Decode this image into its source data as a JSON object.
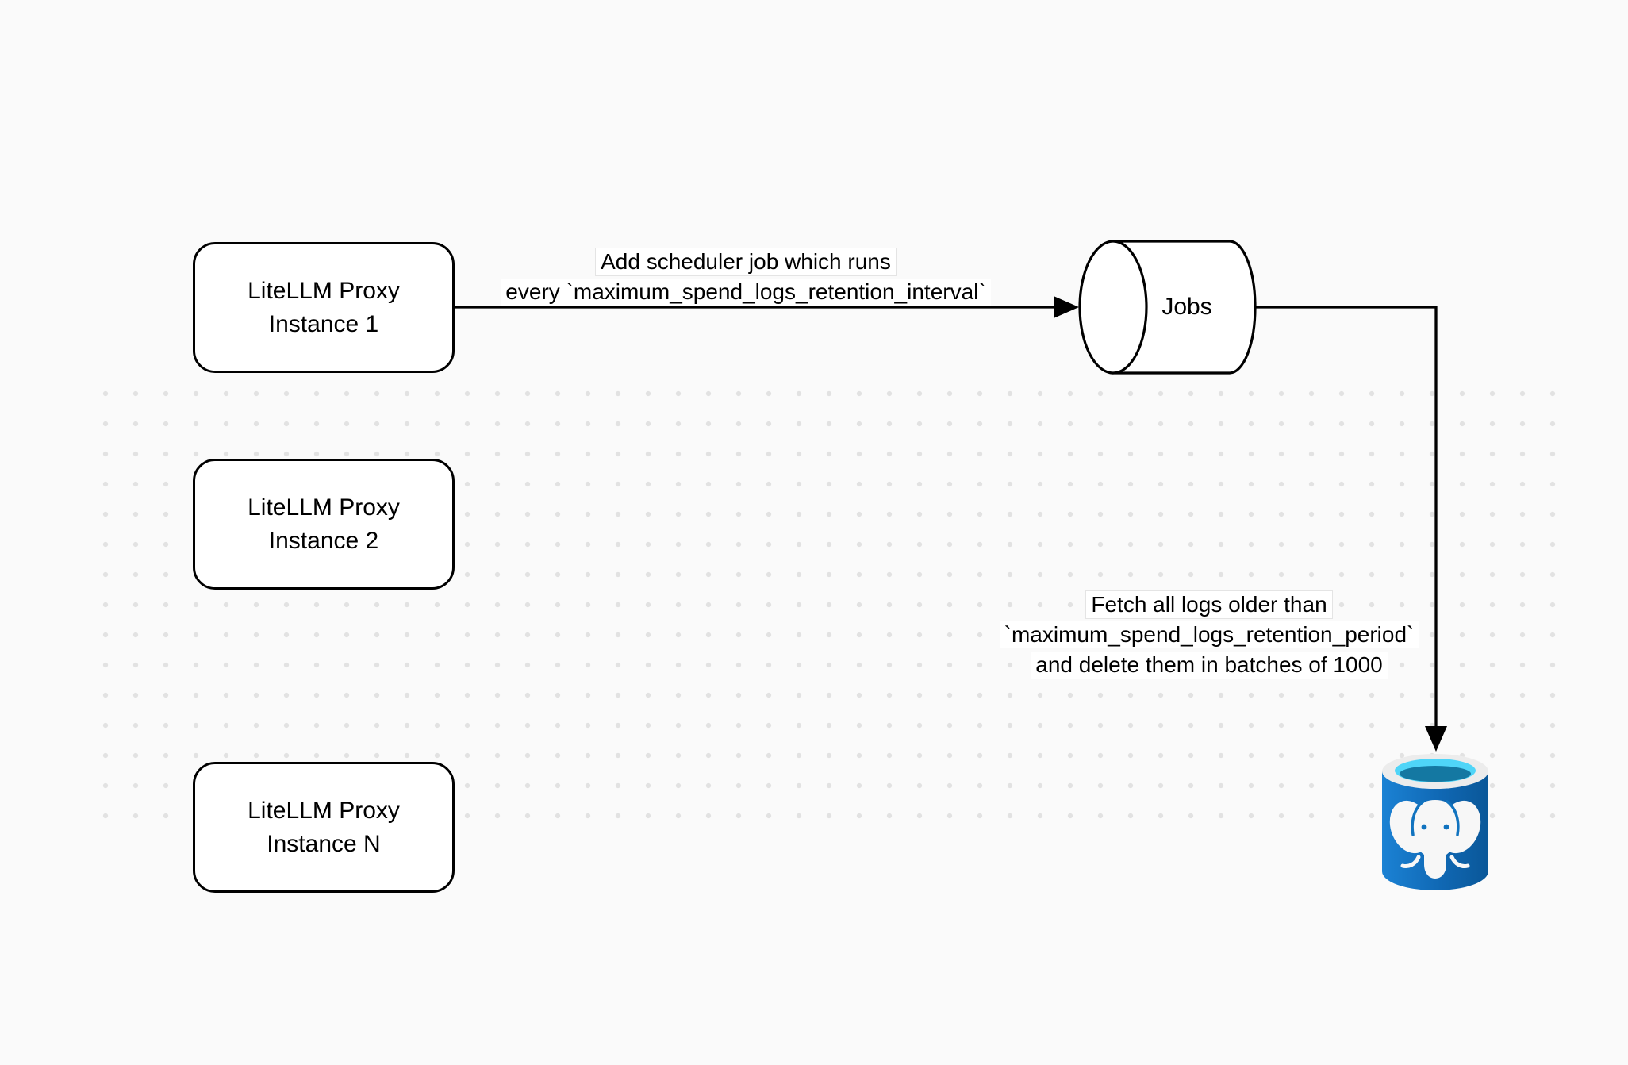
{
  "canvas": {
    "background_color": "#fafafa",
    "dot_color": "#e2e2e2",
    "stroke_color": "#000000"
  },
  "nodes": {
    "instances": [
      {
        "line1": "LiteLLM Proxy",
        "line2": "Instance 1"
      },
      {
        "line1": "LiteLLM Proxy",
        "line2": "Instance 2"
      },
      {
        "line1": "LiteLLM Proxy",
        "line2": "Instance N"
      }
    ],
    "jobs_queue": {
      "label": "Jobs",
      "shape": "horizontal-cylinder"
    },
    "database": {
      "icon": "postgresql-icon",
      "colors": {
        "body_blue": "#1273c4",
        "body_blue_dark": "#0a5798",
        "rim": "#ececec",
        "top_cyan": "#4fd5f8",
        "inner_teal": "#1478a2",
        "elephant": "#f7f7f7"
      }
    }
  },
  "edges": [
    {
      "name": "add-scheduler-job",
      "label_line1": "Add scheduler job which runs",
      "label_line2": "every `maximum_spend_logs_retention_interval`"
    },
    {
      "name": "fetch-delete-logs",
      "label_line1": "Fetch all logs older than",
      "label_line2": "`maximum_spend_logs_retention_period`",
      "label_line3": "and delete them in batches of 1000"
    }
  ]
}
